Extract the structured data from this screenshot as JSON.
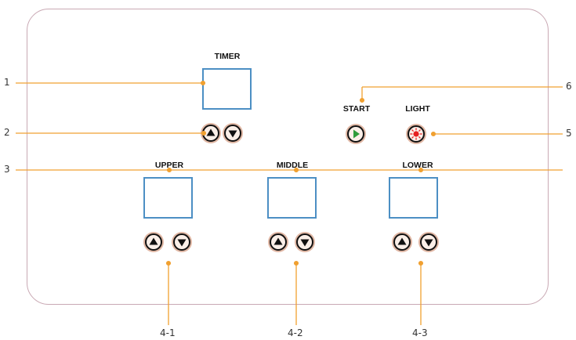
{
  "labels": {
    "timer": "TIMER",
    "start": "START",
    "light": "LIGHT",
    "upper": "UPPER",
    "middle": "MIDDLE",
    "lower": "LOWER"
  },
  "callouts": {
    "c1": "1",
    "c2": "2",
    "c3": "3",
    "c5": "5",
    "c6": "6",
    "c4_1": "4-1",
    "c4_2": "4-2",
    "c4_3": "4-3"
  },
  "icons": {
    "up": "up-arrow-icon",
    "down": "down-arrow-icon",
    "play": "play-icon",
    "light": "light-icon"
  },
  "colors": {
    "leader": "#f0a030",
    "display_border": "#4c8fc4",
    "play": "#2e9b3a",
    "light": "#e62020",
    "panel_border": "#c9a9b4"
  }
}
